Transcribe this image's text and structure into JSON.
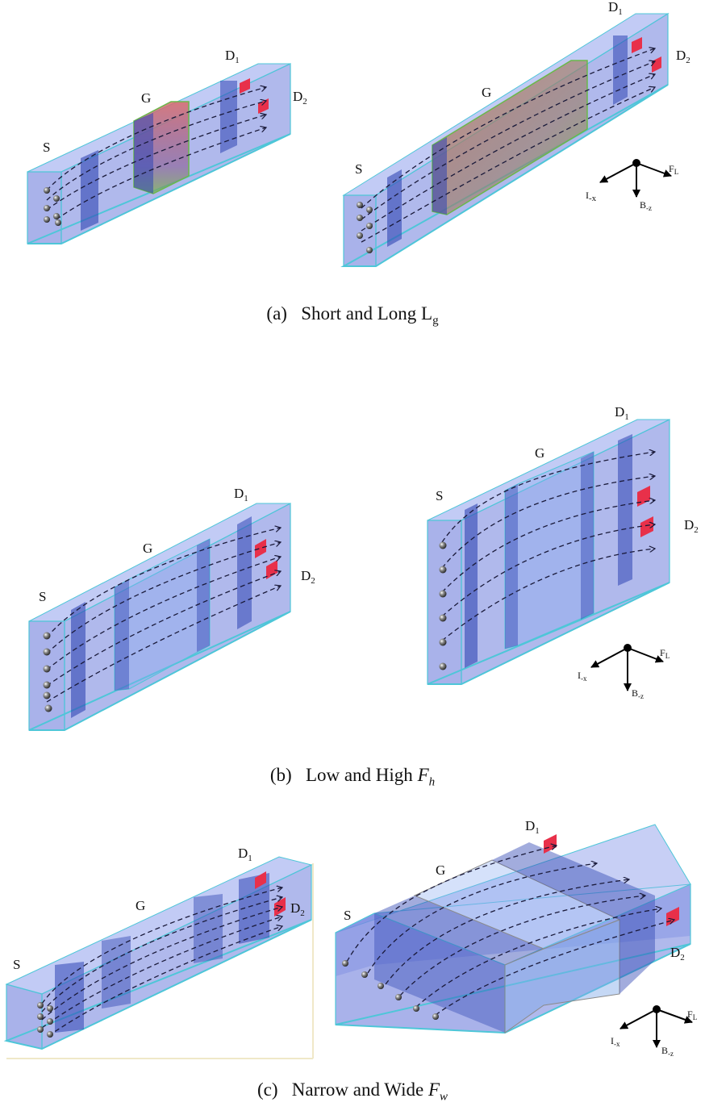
{
  "labels": {
    "source": "S",
    "gate": "G",
    "drain1": "D",
    "drain1_sub": "1",
    "drain2": "D",
    "drain2_sub": "2"
  },
  "axes": {
    "current": "I",
    "current_sub": "-x",
    "field": "B",
    "field_sub": "-z",
    "force": "F",
    "force_sub": "L"
  },
  "captions": {
    "a": {
      "prefix": "(a)",
      "text": "Short and Long L",
      "sub": "g"
    },
    "b": {
      "prefix": "(b)",
      "text": "Low and High",
      "symbol": "F",
      "sub": "h"
    },
    "c": {
      "prefix": "(c)",
      "text": "Narrow and Wide",
      "symbol": "F",
      "sub": "w"
    }
  },
  "colors": {
    "device_face": "#6f7fdc",
    "device_top": "#8fa0ec",
    "device_edge": "#4ec6d8",
    "contact_region": "#3046b4",
    "gate_highlight": "#d86a6a",
    "detector": "#e8304a",
    "particle": "#4a4a4a"
  }
}
